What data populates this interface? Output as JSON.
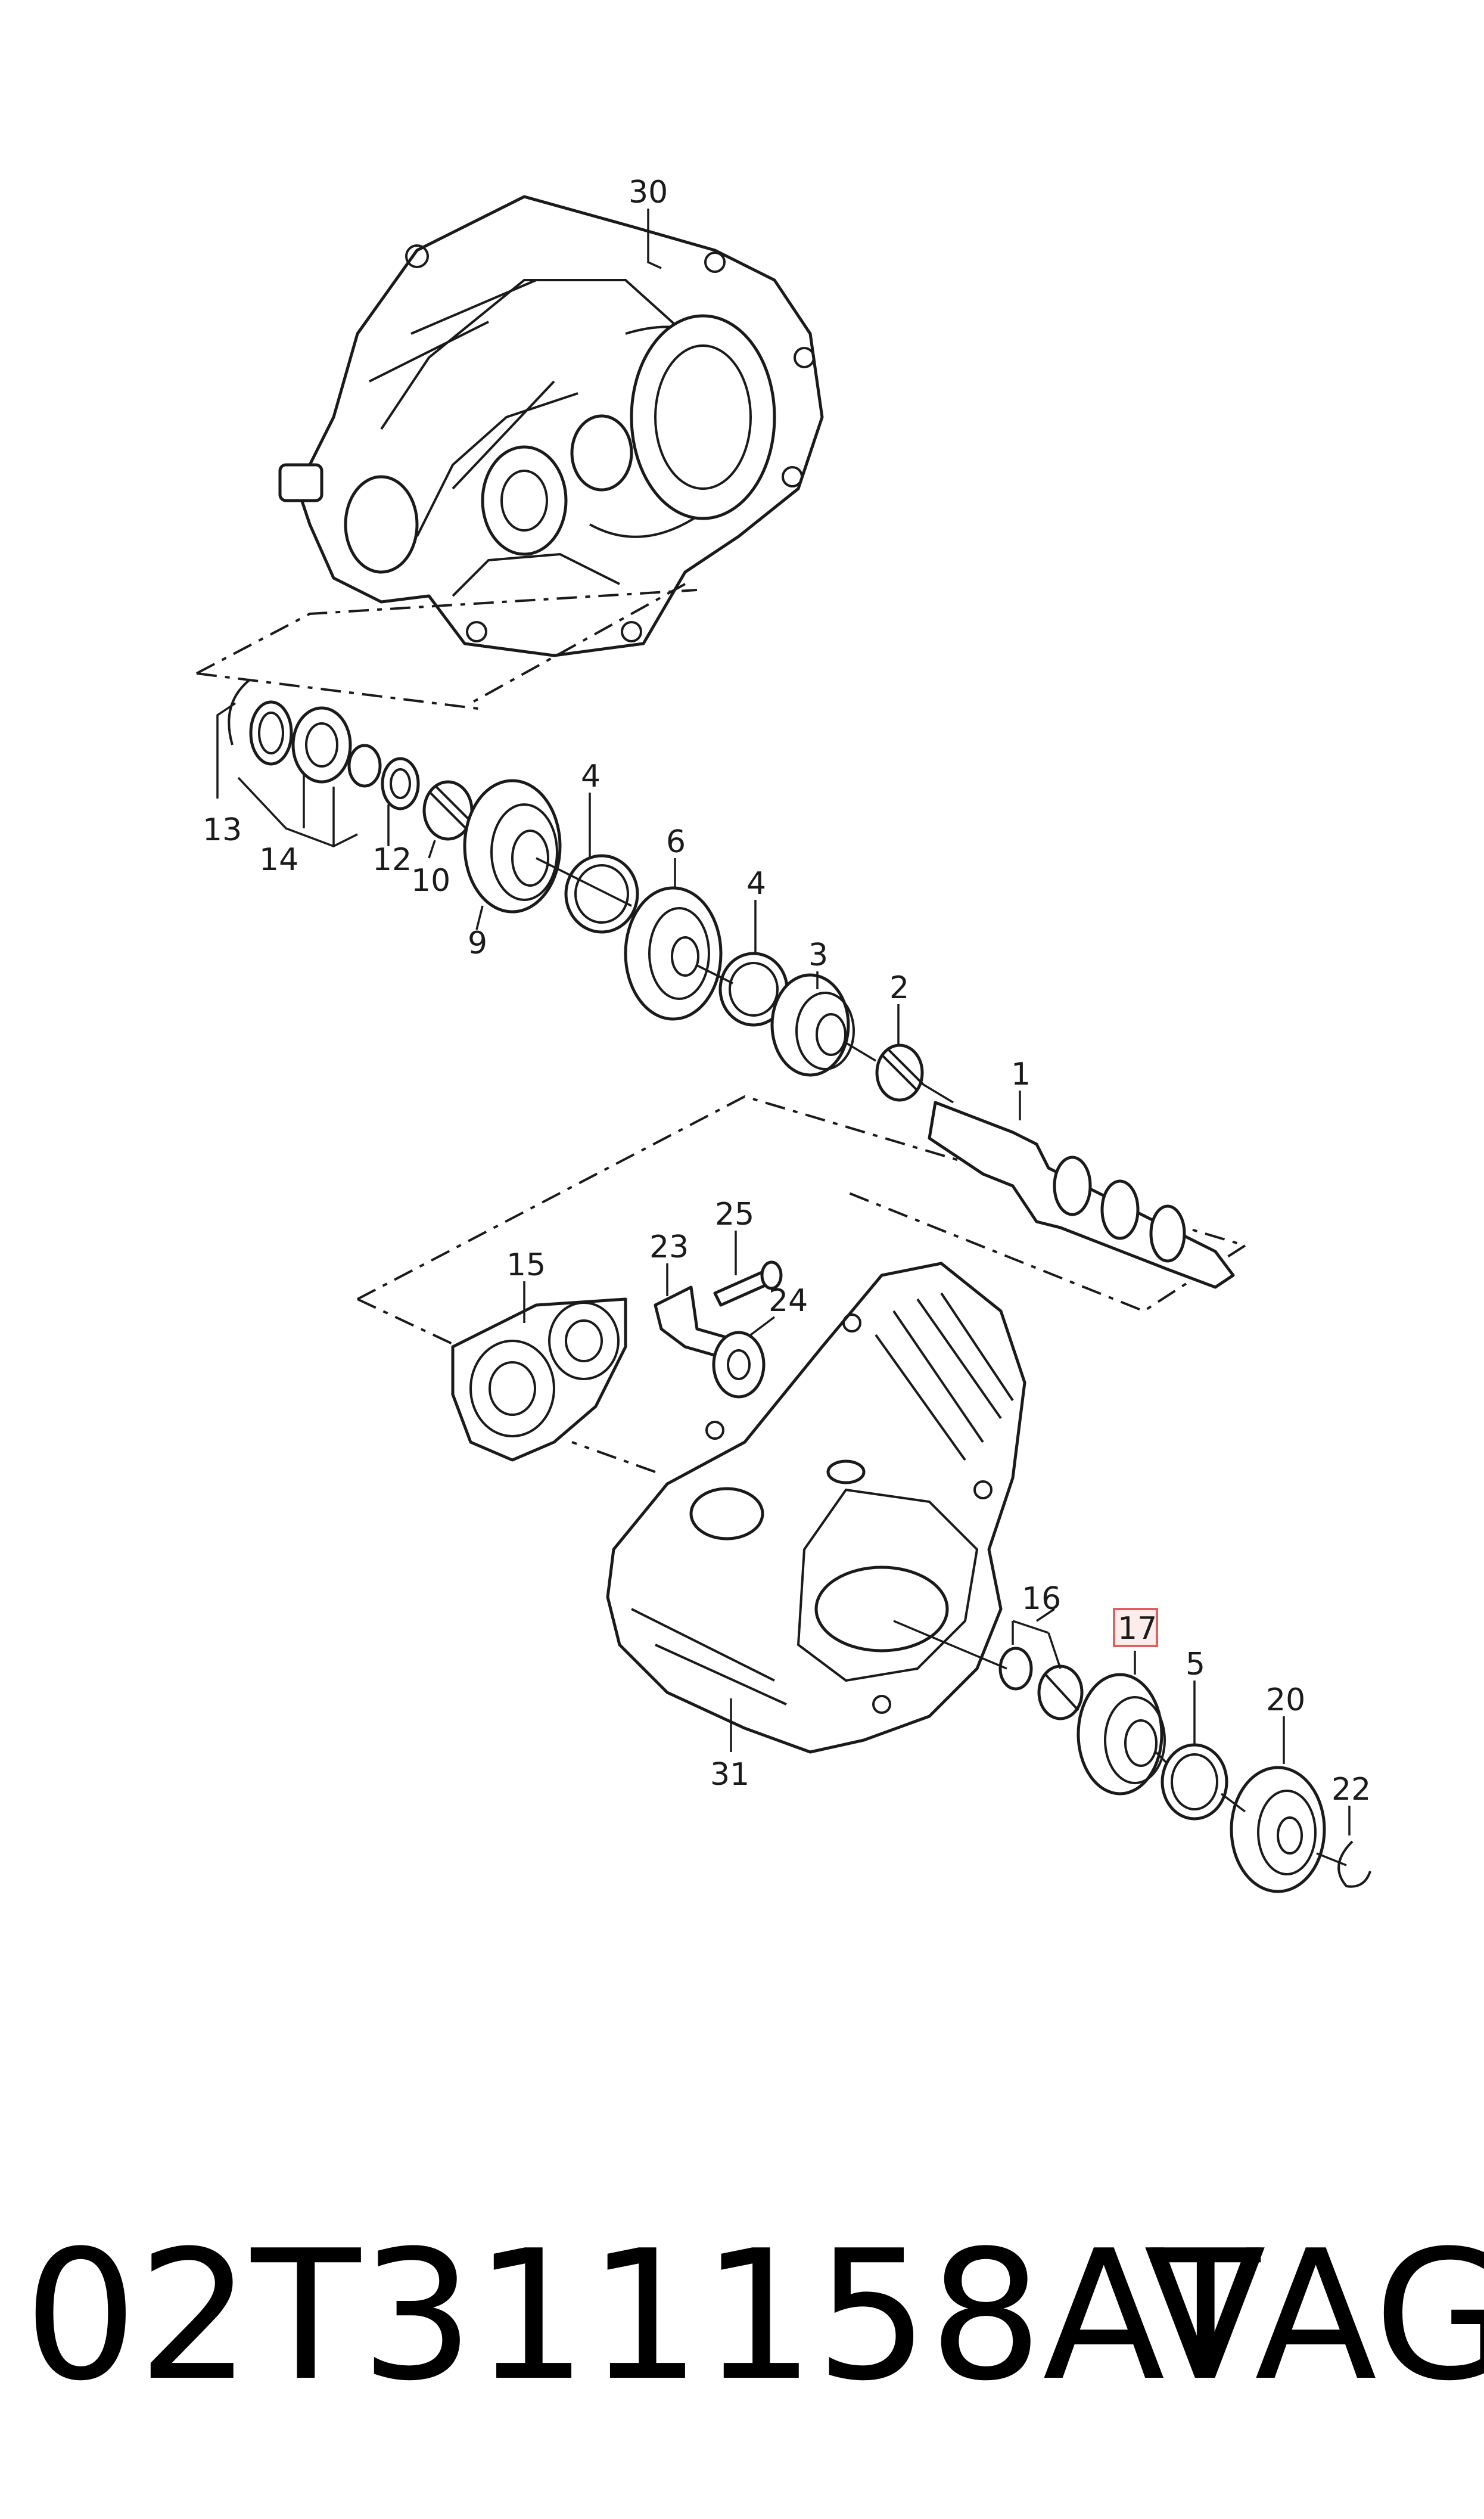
{
  "callouts": [
    {
      "id": "30",
      "label": "30"
    },
    {
      "id": "13",
      "label": "13"
    },
    {
      "id": "14",
      "label": "14"
    },
    {
      "id": "12",
      "label": "12"
    },
    {
      "id": "10",
      "label": "10"
    },
    {
      "id": "9",
      "label": "9"
    },
    {
      "id": "4a",
      "label": "4"
    },
    {
      "id": "6",
      "label": "6"
    },
    {
      "id": "4b",
      "label": "4"
    },
    {
      "id": "3",
      "label": "3"
    },
    {
      "id": "2",
      "label": "2"
    },
    {
      "id": "1",
      "label": "1"
    },
    {
      "id": "25",
      "label": "25"
    },
    {
      "id": "23",
      "label": "23"
    },
    {
      "id": "15",
      "label": "15"
    },
    {
      "id": "24",
      "label": "24"
    },
    {
      "id": "16",
      "label": "16"
    },
    {
      "id": "17",
      "label": "17",
      "highlighted": true
    },
    {
      "id": "5",
      "label": "5"
    },
    {
      "id": "20",
      "label": "20"
    },
    {
      "id": "22",
      "label": "22"
    },
    {
      "id": "31",
      "label": "31"
    }
  ],
  "footer": {
    "part_number": "02T311158AT",
    "brand": "VAG"
  },
  "colors": {
    "line": "#1a1a1a",
    "highlight_fill": "#fdecec",
    "highlight_stroke": "#e06060"
  }
}
